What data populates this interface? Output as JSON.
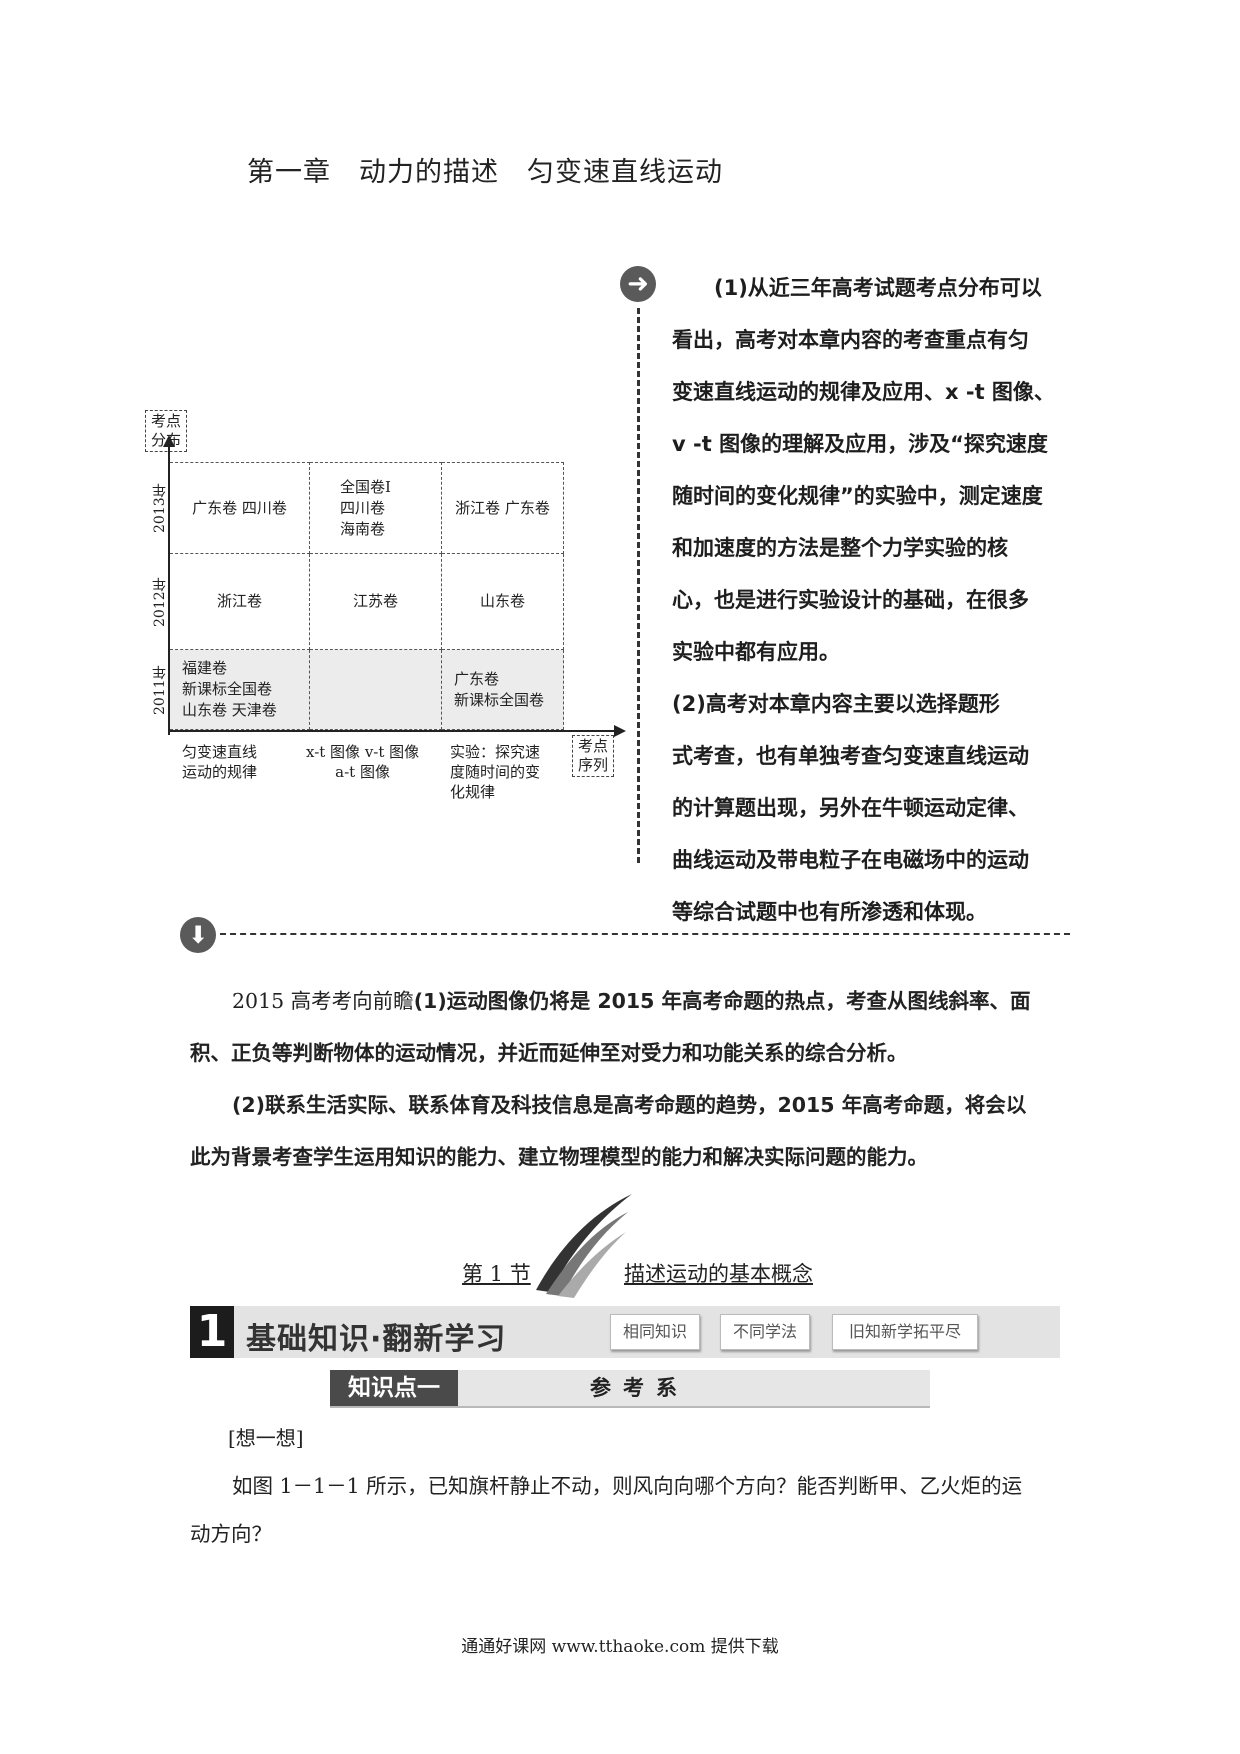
{
  "chapter_title": "第一章　动力的描述　匀变速直线运动",
  "analysis": {
    "p1_lines": [
      "(1)从近三年高考试题考点分布可以",
      "看出，高考对本章内容的考查重点有匀",
      "变速直线运动的规律及应用、x -t 图像、",
      "v -t 图像的理解及应用，涉及“探究速度",
      "随时间的变化规律”的实验中，测定速度",
      "和加速度的方法是整个力学实验的核",
      "心，也是进行实验设计的基础，在很多",
      "实验中都有应用。"
    ],
    "p2_lines": [
      "(2)高考对本章内容主要以选择题形",
      "式考查，也有单独考查匀变速直线运动",
      "的计算题出现，另外在牛顿运动定律、",
      "曲线运动及带电粒子在电磁场中的运动",
      "等综合试题中也有所渗透和体现。"
    ]
  },
  "distribution": {
    "y_title": "考点分布",
    "x_title": "考点序列",
    "years": [
      "2013年",
      "2012年",
      "2011年"
    ],
    "columns": [
      "匀变速直线运动的规律",
      "x-t 图像 v-t 图像 a-t 图像",
      "实验：探究速度随时间的变化规律"
    ],
    "column_lines": [
      [
        "匀变速直线",
        "运动的规律"
      ],
      [
        "x-t 图像  v-t 图像",
        "a-t 图像"
      ],
      [
        "实验：探究速",
        "度随时间的变",
        "化规律"
      ]
    ],
    "cells": [
      [
        [
          "广东卷  四川卷"
        ],
        [
          "全国卷Ⅰ",
          "四川卷",
          "海南卷"
        ],
        [
          "浙江卷  广东卷"
        ]
      ],
      [
        [
          "浙江卷"
        ],
        [
          "江苏卷"
        ],
        [
          "山东卷"
        ]
      ],
      [
        [
          "福建卷",
          "新课标全国卷",
          "山东卷  天津卷"
        ],
        [],
        [
          "广东卷",
          "新课标全国卷"
        ]
      ]
    ]
  },
  "outlook": {
    "label": "2015 高考考向前瞻",
    "p1_start": "(1)运动图像仍将是 2015 年高考命题的热点，考查从图线斜率、面",
    "p1_end": "积、正负等判断物体的运动情况，并近而延伸至对受力和功能关系的综合分析。",
    "p2_start": "(2)联系生活实际、联系体育及科技信息是高考命题的趋势，2015 年高考命题，将会以",
    "p2_end": "此为背景考查学生运用知识的能力、建立物理模型的能力和解决实际问题的能力。"
  },
  "section": {
    "number": "第 1 节",
    "title": "描述运动的基本概念"
  },
  "banner": {
    "number": "1",
    "title": "基础知识·翻新学习",
    "buttons": [
      "相同知识",
      "不同学法",
      "旧知新学拓平尽"
    ]
  },
  "knowledge_point": {
    "label": "知识点一",
    "title": "参考系"
  },
  "think": {
    "heading": "[想一想]",
    "line1": "如图 1－1－1 所示，已知旗杆静止不动，则风向向哪个方向？能否判断甲、乙火炬的运",
    "line2": "动方向？"
  },
  "footer": "通通好课网  www.tthaoke.com  提供下载"
}
